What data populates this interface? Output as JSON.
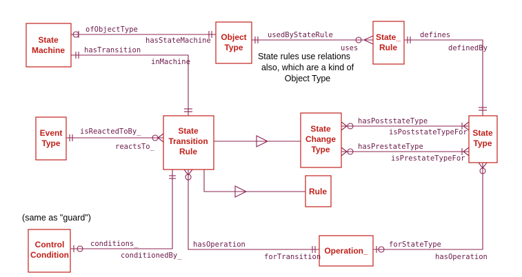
{
  "entities": {
    "state_machine": [
      "State",
      "Machine"
    ],
    "object_type": [
      "Object",
      "Type"
    ],
    "state_rule": [
      "State_",
      "Rule"
    ],
    "event_type": [
      "Event",
      "Type"
    ],
    "state_transition_rule": [
      "State",
      "Transition",
      "Rule"
    ],
    "state_change_type": [
      "State",
      "Change",
      "Type"
    ],
    "state_type": [
      "State",
      "Type"
    ],
    "rule": [
      "Rule"
    ],
    "control_condition": [
      "Control",
      "Condition"
    ],
    "operation": [
      "Operation_"
    ]
  },
  "relations": {
    "ofObjectType": "ofObjectType",
    "hasStateMachine": "hasStateMachine",
    "usedByStateRule": "usedByStateRule",
    "uses": "uses",
    "defines": "defines",
    "definedBy": "definedBy",
    "hasTransition": "hasTransition",
    "inMachine": "inMachine",
    "isReactedToBy": "isReactedToBy_",
    "reactsTo": "reactsTo_",
    "hasPoststateType": "hasPoststateType",
    "isPoststateTypeFor": "isPoststateTypeFor",
    "hasPrestateType": "hasPrestateType",
    "isPrestateTypeFor": "isPrestateTypeFor",
    "conditions": "conditions_",
    "conditionedBy": "conditionedBy_",
    "hasOperation_left": "hasOperation",
    "forTransition": "forTransition",
    "forStateType": "forStateType",
    "hasOperation_right": "hasOperation"
  },
  "notes": {
    "state_rules": [
      "State rules use relations",
      "also, which are a kind of",
      "Object Type"
    ],
    "guard": "(same as \"guard\")"
  },
  "colors": {
    "entity_border": "#c0201a",
    "entity_text": "#c0201a",
    "line": "#8b2252",
    "label": "#6b1a4a",
    "note": "#000000"
  }
}
